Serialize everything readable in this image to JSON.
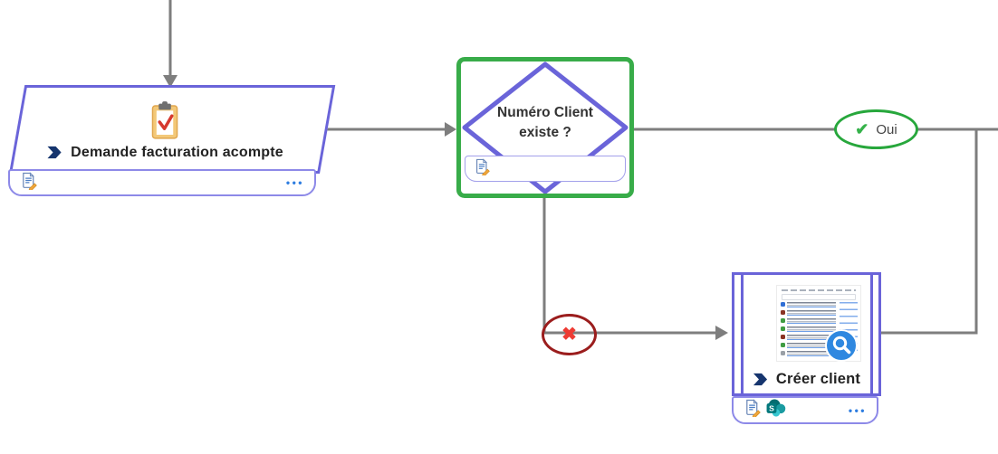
{
  "nodes": {
    "demande_facturation": {
      "title": "Demande facturation acompte",
      "more_options": "•••"
    },
    "decision": {
      "lines": [
        "Numéro Client",
        "existe ?"
      ]
    },
    "oui": {
      "label": "Oui",
      "check_glyph": "✔"
    },
    "non": {
      "cross_glyph": "✖"
    },
    "creer_client": {
      "title": "Créer client",
      "more_options": "•••",
      "thumbnail_row_colors": [
        "#2f6fd6",
        "#8a3324",
        "#3f9c42",
        "#3f9c42",
        "#8a3324",
        "#3f9c42",
        "#9aa0a6"
      ]
    }
  },
  "colors": {
    "shape_border_purple": "#6a64d9",
    "footer_border_purple": "#8d89e8",
    "decision_frame_green": "#38ac49",
    "success_green": "#27a73c",
    "failure_dark_red": "#9b1d1d",
    "failure_cross_red": "#ee3b33",
    "connector_gray": "#7e7e7e",
    "options_blue": "#2e7de0",
    "power_automate_navy": "#16356e"
  }
}
